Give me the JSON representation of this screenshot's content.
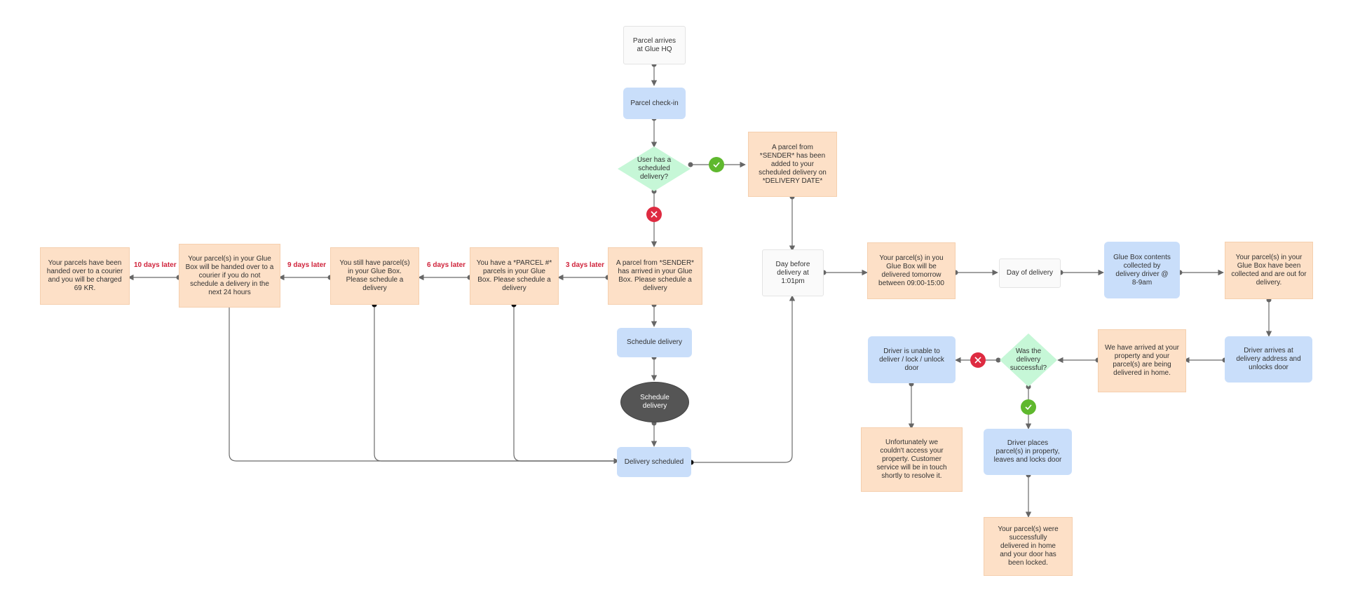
{
  "colors": {
    "orange_node": "#fde0c7",
    "blue_node": "#c9defa",
    "diamond": "#c6f7d7",
    "oval": "#555555",
    "edge": "#666666",
    "label_red": "#d0243c",
    "ok_green": "#5fb82e",
    "no_red": "#de2b41"
  },
  "nodes": {
    "parcel_arrives": "Parcel arrives at Glue HQ",
    "parcel_checkin": "Parcel check-in",
    "user_has_scheduled": "User has a scheduled delivery?",
    "added_to_delivery": "A parcel from *SENDER* has been added to your scheduled delivery on *DELIVERY DATE*",
    "arrived_in_box": "A parcel from *SENDER* has arrived in your Glue Box. Please schedule a delivery",
    "parcels_in_box": "You have a *PARCEL #* parcels in your Glue Box. Please schedule a delivery",
    "still_have_parcels": "You still have parcel(s) in your Glue Box. Please schedule a delivery",
    "handed_over_24h": "Your parcel(s) in your Glue Box will be handed over to a courier if you do not schedule a delivery in the next 24 hours",
    "handed_over_charged": "Your parcels have been handed over to a courier and you will be charged 69 KR.",
    "schedule_delivery_action": "Schedule delivery",
    "schedule_delivery_screen": "Schedule delivery",
    "delivery_scheduled": "Delivery scheduled",
    "day_before": "Day before delivery at 1:01pm",
    "delivered_tomorrow": "Your parcel(s) in you Glue Box will be delivered tomorrow between 09:00-15:00",
    "day_of_delivery": "Day of delivery",
    "contents_collected": "Glue Box contents collected by delivery driver @ 8-9am",
    "out_for_delivery": "Your parcel(s) in your Glue Box have been collected and are out for delivery.",
    "driver_arrives": "Driver arrives at delivery address and unlocks door",
    "we_have_arrived": "We have arrived at your property and your parcel(s) are being delivered in home.",
    "was_successful": "Was the delivery successful?",
    "driver_unable": "Driver is unable to deliver / lock / unlock door",
    "could_not_access": "Unfortunately we couldn't access your property. Customer service will be in touch shortly to resolve it.",
    "driver_places": "Driver places parcel(s) in property, leaves and locks door",
    "successfully_delivered": "Your parcel(s) were successfully delivered in home and your door has been locked."
  },
  "edge_labels": {
    "after_3_days": "3 days later",
    "after_6_days": "6 days later",
    "after_9_days": "9 days later",
    "after_10_days": "10 days later"
  },
  "icons": {
    "yes": "check-icon",
    "no": "cross-icon"
  }
}
